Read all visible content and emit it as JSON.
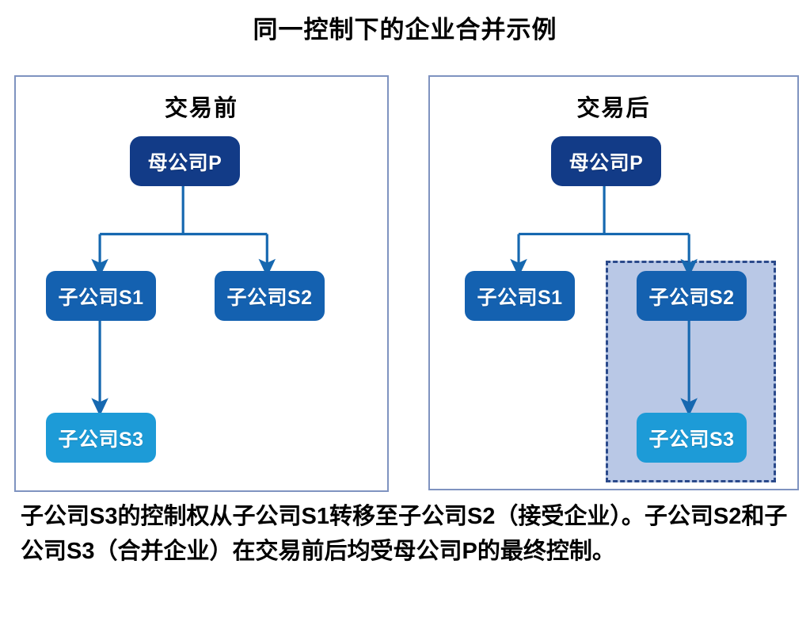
{
  "title": "同一控制下的企业合并示例",
  "panels": {
    "before": {
      "heading": "交易前",
      "nodes": {
        "parent": "母公司P",
        "sub1": "子公司S1",
        "sub2": "子公司S2",
        "sub3": "子公司S3"
      }
    },
    "after": {
      "heading": "交易后",
      "nodes": {
        "parent": "母公司P",
        "sub1": "子公司S1",
        "sub2": "子公司S2",
        "sub3": "子公司S3"
      }
    }
  },
  "caption": "子公司S3的控制权从子公司S1转移至子公司S2（接受企业）。子公司S2和子公司S3（合并企业）在交易前后均受母公司P的最终控制。",
  "colors": {
    "parent_box": "#123b87",
    "subsidiary_box": "#1461b0",
    "target_box": "#1d9bd7",
    "connector": "#1668b0",
    "panel_border": "#7f93c0",
    "merge_region_fill": "#b9c8e6",
    "merge_region_border": "#2b4a8b",
    "text_on_box": "#ffffff",
    "body_text": "#000000"
  }
}
